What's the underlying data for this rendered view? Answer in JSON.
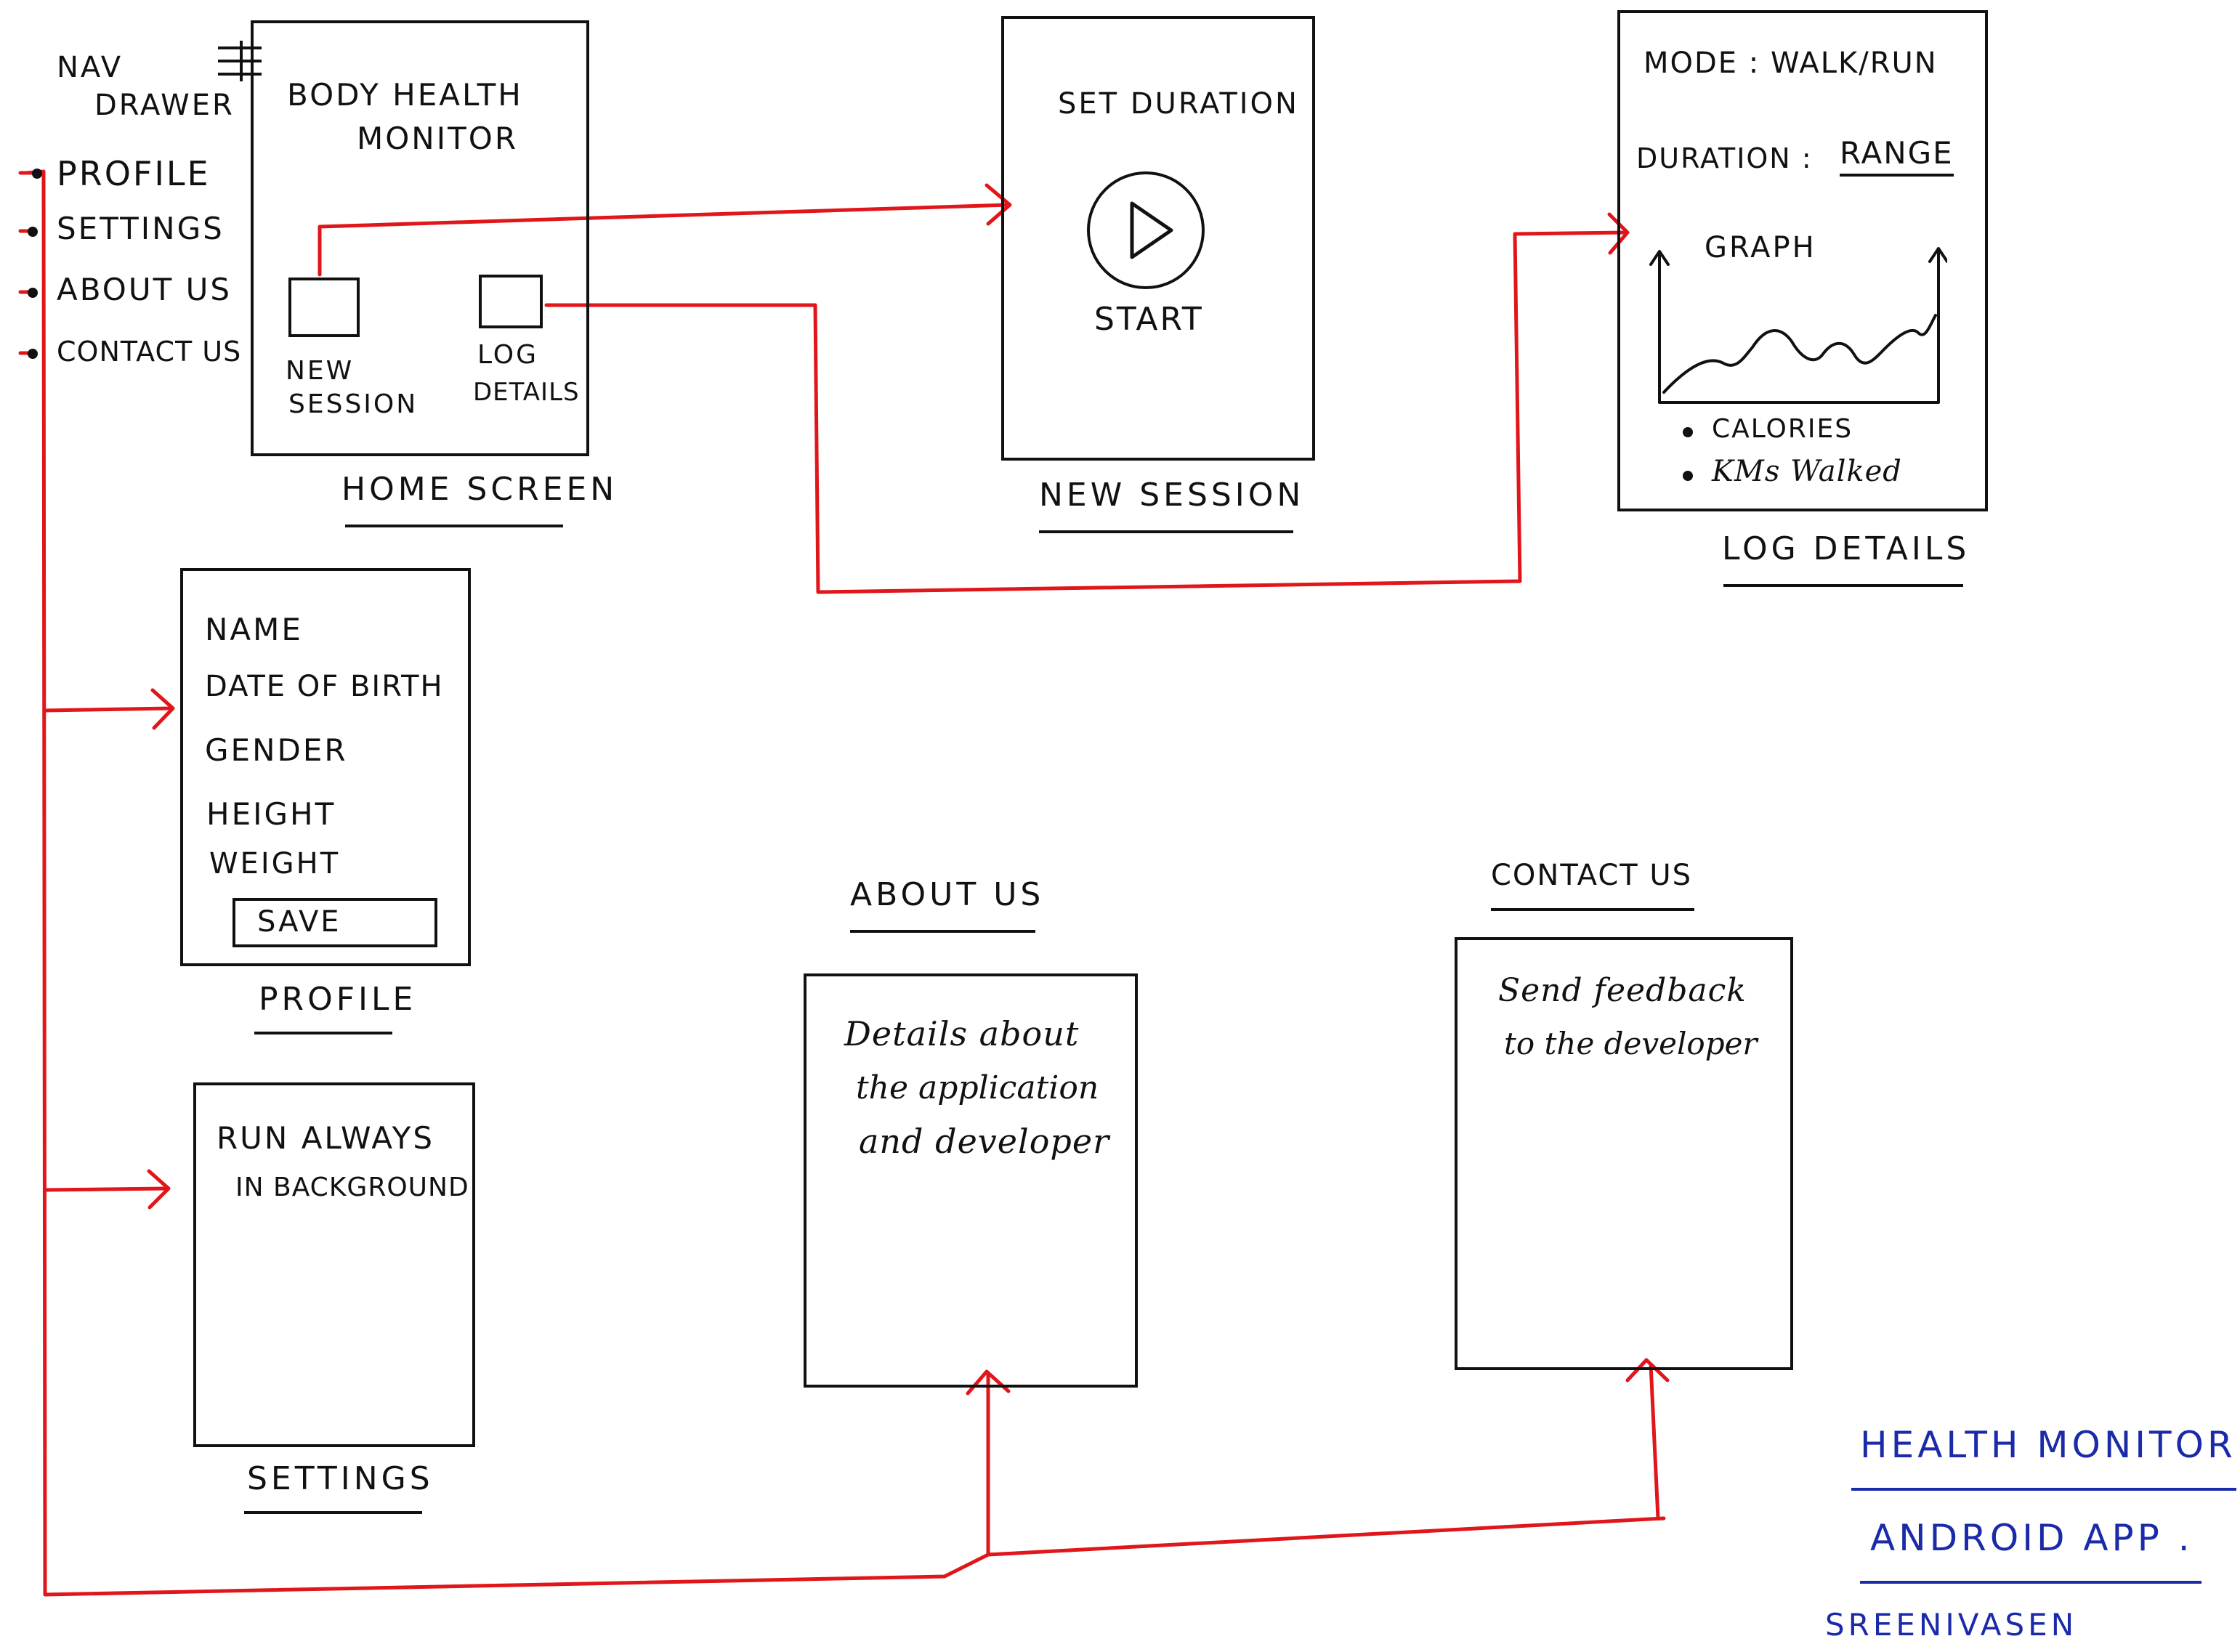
{
  "nav_drawer": {
    "title_line1": "NAV",
    "title_line2": "DRAWER",
    "items": [
      "PROFILE",
      "SETTINGS",
      "ABOUT US",
      "CONTACT US"
    ]
  },
  "home": {
    "title_line1": "BODY HEALTH",
    "title_line2": "MONITOR",
    "new_session_line1": "NEW",
    "new_session_line2": "SESSION",
    "log_details_line1": "LOG",
    "log_details_line2": "DETAILS",
    "caption": "HOME SCREEN"
  },
  "new_session": {
    "set_duration": "SET DURATION",
    "start": "START",
    "caption": "NEW SESSION"
  },
  "log_details": {
    "mode": "MODE : WALK/RUN",
    "duration_label": "DURATION :",
    "duration_value": "RANGE",
    "graph": "GRAPH",
    "bullets": [
      "CALORIES",
      "KMs Walked"
    ],
    "caption": "LOG DETAILS"
  },
  "profile": {
    "fields": [
      "NAME",
      "DATE OF BIRTH",
      "GENDER",
      "HEIGHT",
      "WEIGHT"
    ],
    "save": "SAVE",
    "caption": "PROFILE"
  },
  "settings": {
    "line1": "RUN ALWAYS",
    "line2": "IN BACKGROUND",
    "caption": "SETTINGS"
  },
  "about": {
    "caption": "ABOUT US",
    "lines": [
      "Details about",
      "the application",
      "and developer"
    ]
  },
  "contact": {
    "caption": "CONTACT US",
    "lines": [
      "Send feedback",
      "to the developer"
    ]
  },
  "footer": {
    "line1": "HEALTH MONITOR",
    "line2": "ANDROID APP .",
    "author": "SREENIVASEN"
  },
  "colors": {
    "ink": "#111111",
    "arrow": "#e0161b",
    "signature": "#1a2aa8"
  }
}
